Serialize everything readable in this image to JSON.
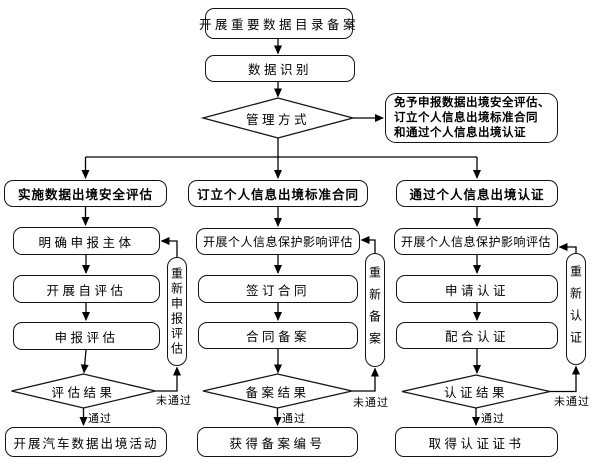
{
  "colors": {
    "ink": "#000000",
    "paper": "#ffffff"
  },
  "flow": {
    "start": "开展重要数据目录备案",
    "identify": "数据识别",
    "decision": "管理方式",
    "exemption_lines": [
      "免予申报数据出境安全评估、",
      "订立个人信息出境标准合同",
      "和通过个人信息出境认证"
    ],
    "branches": [
      {
        "header": "实施数据出境安全评估",
        "steps": [
          "明确申报主体",
          "开展自评估",
          "申报评估"
        ],
        "decision": "评估结果",
        "pass_label": "通过",
        "fail_label": "未通过",
        "redo_label": "重新申报评估",
        "result": "开展汽车数据出境活动"
      },
      {
        "header": "订立个人信息出境标准合同",
        "steps": [
          "开展个人信息保护影响评估",
          "签订合同",
          "合同备案"
        ],
        "decision": "备案结果",
        "pass_label": "通过",
        "fail_label": "未通过",
        "redo_label": "重新备案",
        "result": "获得备案编号"
      },
      {
        "header": "通过个人信息出境认证",
        "steps": [
          "开展个人信息保护影响评估",
          "申请认证",
          "配合认证"
        ],
        "decision": "认证结果",
        "pass_label": "通过",
        "fail_label": "未通过",
        "redo_label": "重新认证",
        "result": "取得认证证书"
      }
    ]
  }
}
